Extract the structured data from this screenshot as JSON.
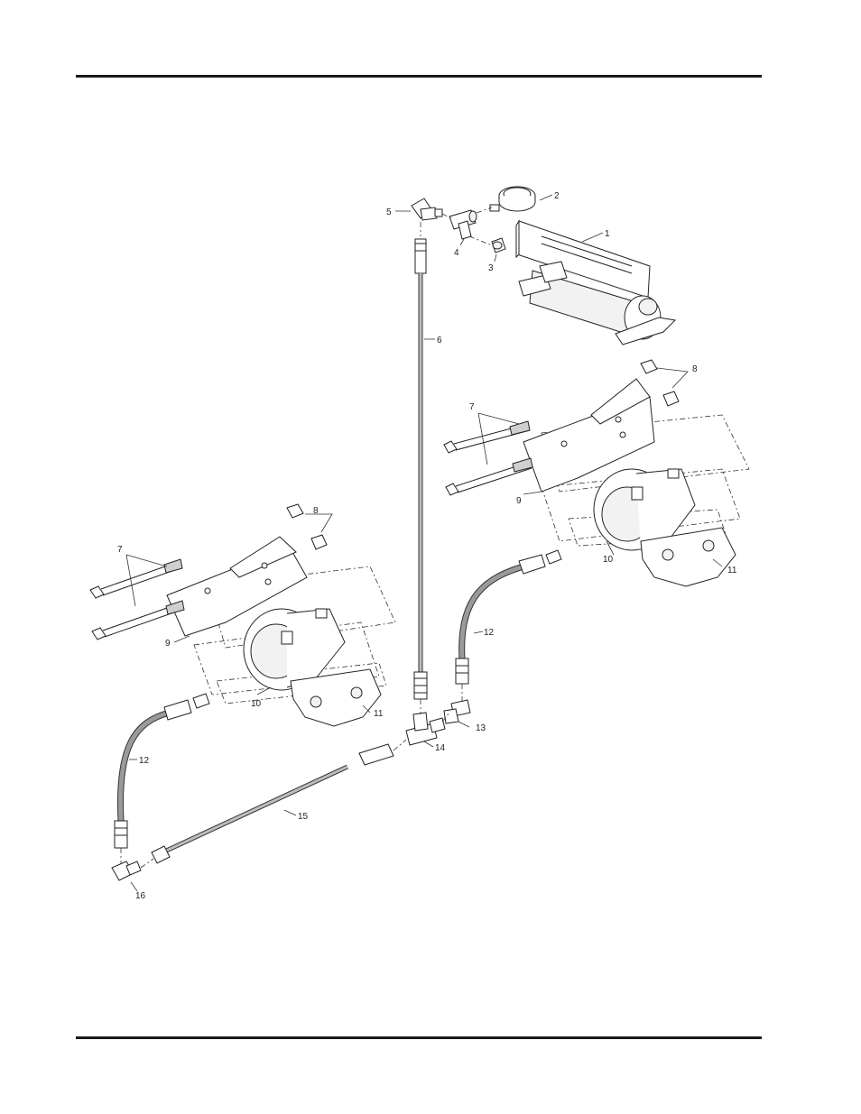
{
  "callouts": {
    "c1": "1",
    "c2": "2",
    "c3": "3",
    "c4": "4",
    "c5": "5",
    "c6": "6",
    "c7_right": "7",
    "c8_right": "8",
    "c9_right": "9",
    "c10_right": "10",
    "c11_right": "11",
    "c12_right": "12",
    "c7_left": "7",
    "c8_left": "8",
    "c9_left": "9",
    "c10_left": "10",
    "c11_left": "11",
    "c12_left": "12",
    "c13": "13",
    "c14": "14",
    "c15": "15",
    "c16": "16"
  }
}
